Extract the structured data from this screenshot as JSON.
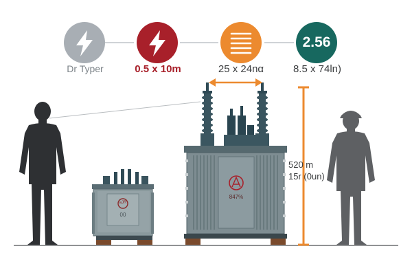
{
  "colors": {
    "gray": "#a8aeb4",
    "red": "#a8202a",
    "orange": "#ec8a2f",
    "teal": "#17685f",
    "steel": "#7e8d92",
    "dark_steel": "#3f4e54",
    "silhouette_dark": "#2e3033",
    "silhouette_gray": "#5e6063"
  },
  "icons": [
    {
      "name": "lightning-bolt-icon",
      "color": "gray",
      "caption": "Dr Typer"
    },
    {
      "name": "lightning-bolt-icon",
      "color": "red",
      "caption": "0.5 x 10m"
    },
    {
      "name": "stacked-lines-icon",
      "color": "orange",
      "caption": "25 x 24nα"
    },
    {
      "name": "value-badge",
      "color": "teal",
      "text": "2.56",
      "caption": "8.5 x 74ln)"
    }
  ],
  "large_transformer": {
    "badge_text": "847%"
  },
  "small_transformer": {
    "badge_text": "aJR",
    "label": "00"
  },
  "height_dimension": {
    "line1": "520 m",
    "line2": "15r (0un)"
  }
}
